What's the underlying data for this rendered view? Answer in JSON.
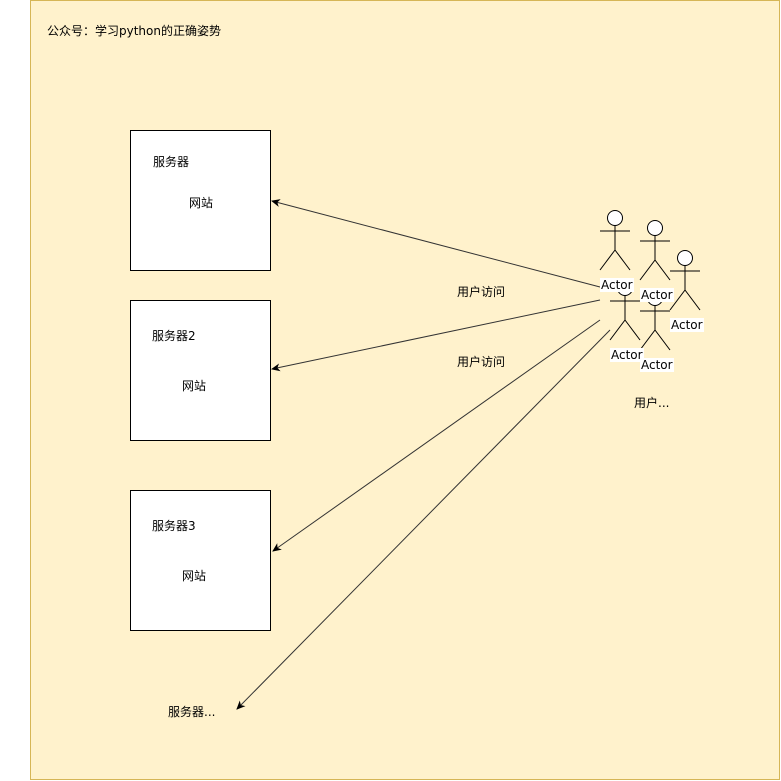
{
  "caption": "公众号：学习python的正确姿势",
  "servers": [
    {
      "title": "服务器",
      "site": "网站"
    },
    {
      "title": "服务器2",
      "site": "网站"
    },
    {
      "title": "服务器3",
      "site": "网站"
    }
  ],
  "server_more": "服务器...",
  "edges": [
    {
      "label": "用户访问"
    },
    {
      "label": "用户访问"
    }
  ],
  "actors": [
    "Actor",
    "Actor",
    "Actor",
    "Actor",
    "Actor"
  ],
  "users_label": "用户...",
  "colors": {
    "canvas_fill": "#fff2cc",
    "canvas_border": "#d6b656",
    "edge": "#333333"
  }
}
